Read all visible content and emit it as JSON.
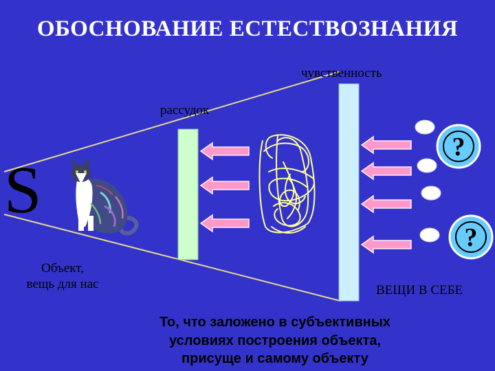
{
  "slide": {
    "title": "ОБОСНОВАНИЕ ЕСТЕСТВОЗНАНИЯ",
    "labels": {
      "sensibility": "чувственность",
      "understanding": "рассудок",
      "subject": "S",
      "object": "Объект,\nвещь для нас",
      "things_in_themselves": "ВЕЩИ В СЕБЕ"
    },
    "caption": "То, что заложено в субъективных\nусловиях построения объекта,\nприсуще и самому объекту",
    "question_mark": "?"
  },
  "colors": {
    "background": "#3333cc",
    "title": "#ffffff",
    "panel_left": "#ccffcc",
    "panel_right": "#ccf0ff",
    "arrow_fill": "#ff99cc",
    "scribble": "#ffff99",
    "question_circle": "#66ccff"
  }
}
